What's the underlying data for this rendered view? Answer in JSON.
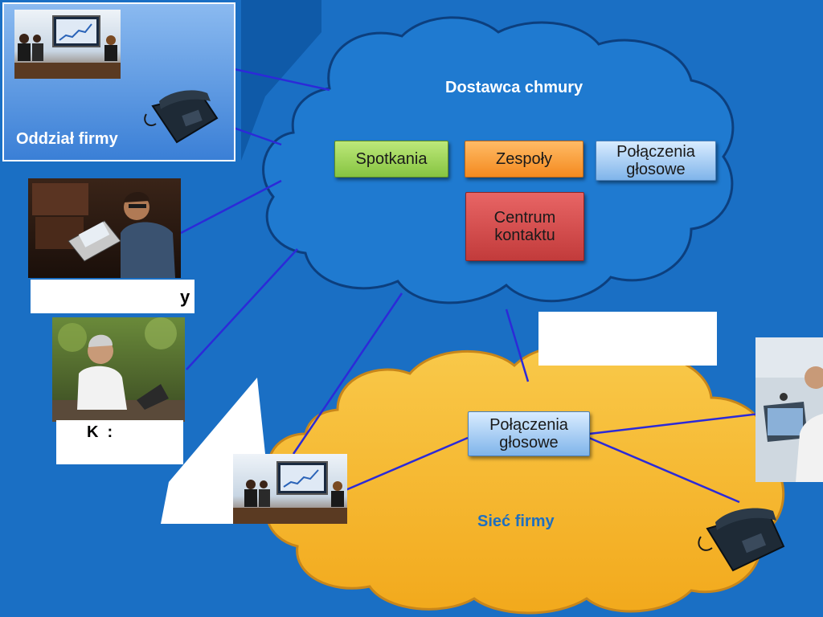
{
  "cloud": {
    "title": "Dostawca chmury"
  },
  "services": {
    "meetings": "Spotkania",
    "teams": "Zespoły",
    "voice_line1": "Połączenia",
    "voice_line2": "głosowe",
    "contact_line1": "Centrum",
    "contact_line2": "kontaktu"
  },
  "enterprise": {
    "title": "Sieć firmy",
    "voice_line1": "Połączenia",
    "voice_line2": "głosowe"
  },
  "branch": {
    "title": "Oddział firmy"
  },
  "captions": {
    "mobile": "y",
    "home": "K  :"
  },
  "colors": {
    "background": "#1a6fc4",
    "cloud": "#1f7ad0",
    "enterprise_cloud": "#f4b530",
    "link": "#2c2ad8"
  }
}
